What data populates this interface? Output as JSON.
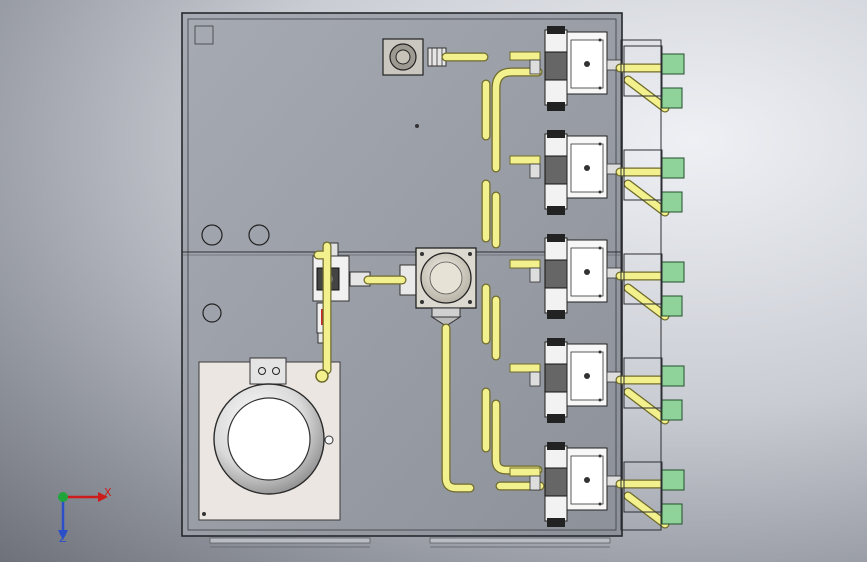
{
  "window": {
    "background_top": "#eef0f4",
    "background_bottom": "#6e7179"
  },
  "model": {
    "panel_color": "#9a9ea6",
    "panel_edge": "#2c2e33",
    "tube_color": "#f3f08e",
    "tube_edge": "#6f6b2a",
    "coil_color": "#8fd39a",
    "valve_count": 5
  },
  "triad": {
    "x_label": "X",
    "z_label": "Z",
    "x_color": "#cc1c1c",
    "y_color": "#1fa53a",
    "z_color": "#2a4fc8"
  },
  "icons": {
    "triad": "coordinate-triad-icon"
  }
}
